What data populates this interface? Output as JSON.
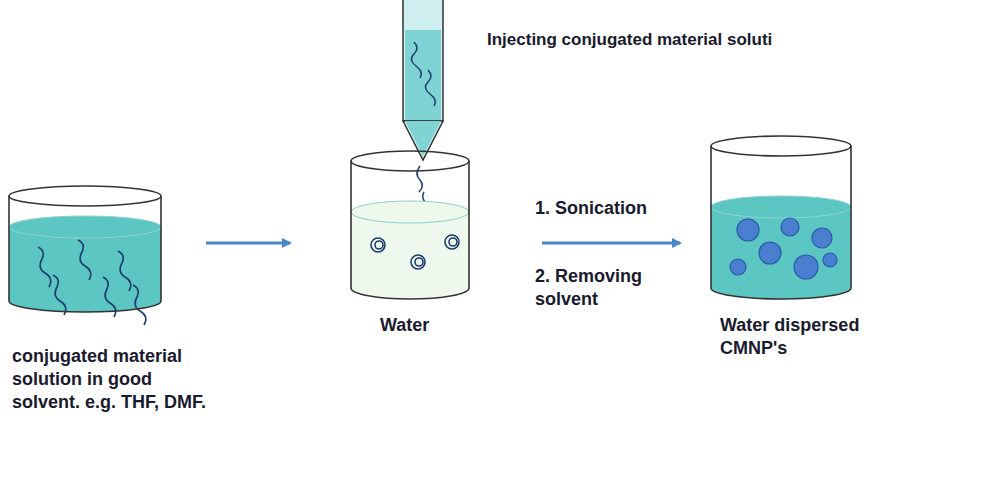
{
  "diagram": {
    "nodes": [
      {
        "text": [
          "conjugated material solution in good solvent. e.g. THF, DMF."
        ]
      },
      {
        "text": [
          "Water"
        ]
      },
      {
        "text": [
          "Water dispersed CMNP's"
        ]
      }
    ],
    "edges": [
      {
        "from": 0,
        "to": 1,
        "arrow": "to"
      },
      {
        "from": 1,
        "to": 2,
        "arrow": "to"
      }
    ],
    "labels": [
      "Injecting conjugated material soluti",
      "1. Sonication",
      "2. Removing solvent"
    ]
  }
}
